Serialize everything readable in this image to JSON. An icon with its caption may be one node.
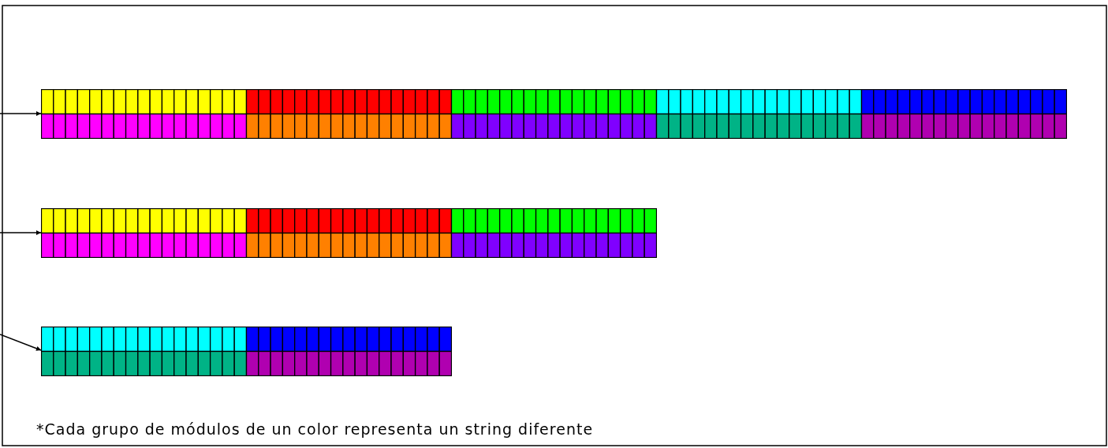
{
  "diagram": {
    "nodes": [
      {
        "text": [],
        "shape": "box"
      },
      {
        "text": [],
        "shape": "box"
      },
      {
        "text": [],
        "shape": "box"
      }
    ],
    "edges": [
      {
        "from": null,
        "to": 0,
        "arrow": "to"
      },
      {
        "from": null,
        "to": 1,
        "arrow": "to"
      },
      {
        "from": null,
        "to": 2,
        "arrow": "to"
      }
    ],
    "labels": [
      "*Cada grupo de módulos de un color representa un string diferente"
    ]
  }
}
